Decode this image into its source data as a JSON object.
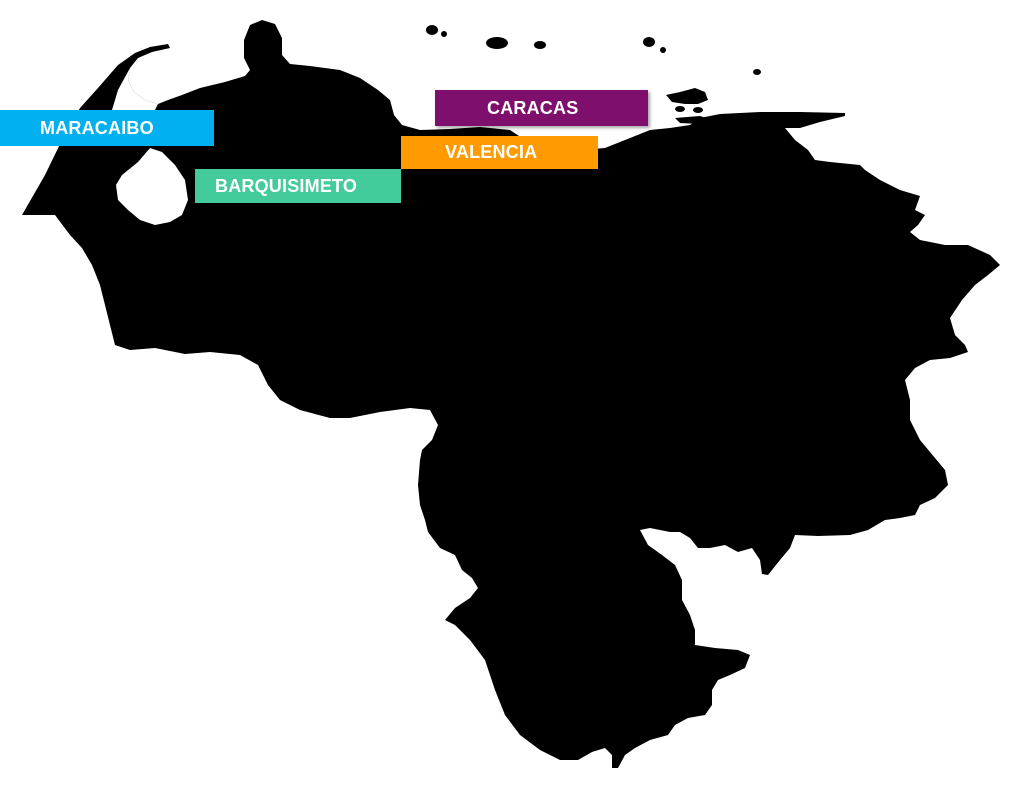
{
  "map": {
    "region": "Venezuela",
    "land_color": "#000000",
    "background_color": "#ffffff"
  },
  "labels": [
    {
      "name": "MARACAIBO",
      "color": "#00b0f0"
    },
    {
      "name": "BARQUISIMETO",
      "color": "#43cb9b"
    },
    {
      "name": "VALENCIA",
      "color": "#ff9a00"
    },
    {
      "name": "CARACAS",
      "color": "#7f0f6c"
    }
  ]
}
